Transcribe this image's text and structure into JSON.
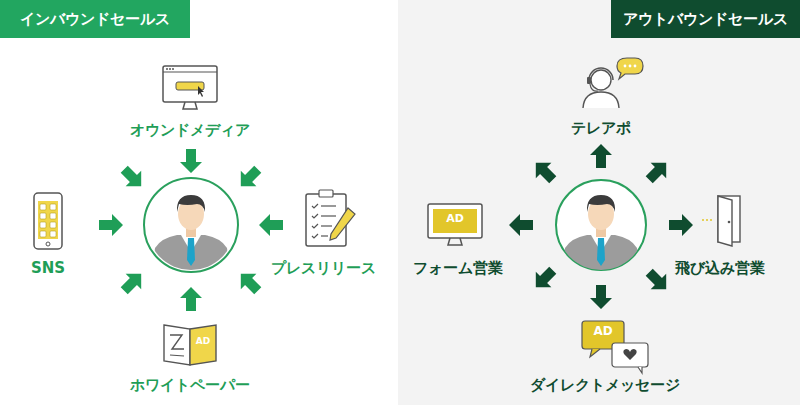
{
  "diagram": {
    "nodes": [
      {
        "text": [
          "インバウンドセールス"
        ]
      },
      {
        "text": [
          "アウトバウンドセールス"
        ]
      }
    ],
    "labels": [
      "オウンドメディア",
      "SNS",
      "プレスリリース",
      "AD",
      "ホワイトペーパー",
      "テレアポ",
      "AD",
      "フォーム営業",
      "飛び込み営業",
      "AD",
      "ダイレクトメッセージ"
    ]
  }
}
